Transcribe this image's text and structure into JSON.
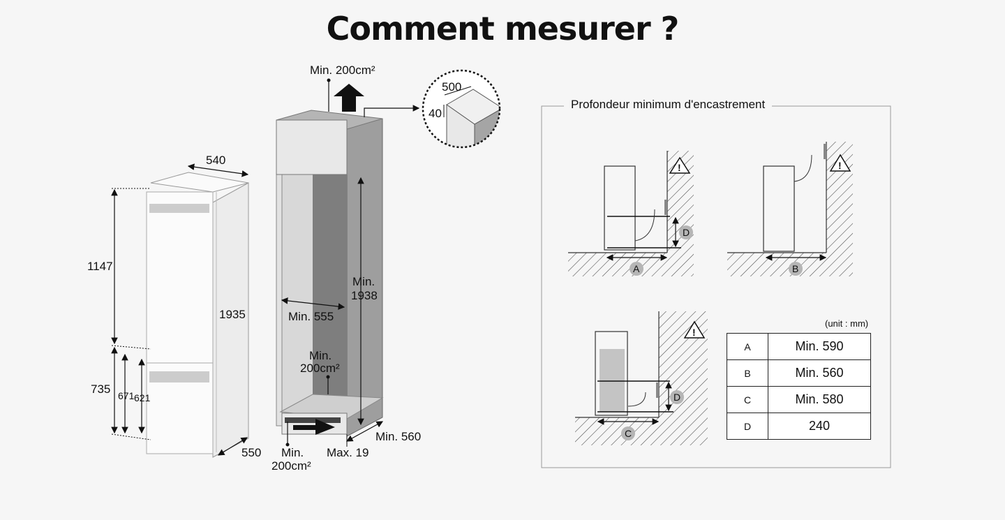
{
  "title": "Comment mesurer ?",
  "fridge": {
    "width": "540",
    "depth": "550",
    "height_total": "1935",
    "height_top": "1147",
    "height_bottom": "735",
    "height_bottom_a": "671",
    "height_bottom_b": "621"
  },
  "niche": {
    "top_vent": "Min. 200cm²",
    "inner_vent_1": "Min.",
    "inner_vent_2": "200cm²",
    "bottom_vent_1": "Min.",
    "bottom_vent_2": "200cm²",
    "width": "Min. 555",
    "height_1": "Min.",
    "height_2": "1938",
    "depth": "Min. 560",
    "plinth": "Max. 19",
    "detail_width": "500",
    "detail_height": "40"
  },
  "panel": {
    "legend": "Profondeur minimum d'encastrement",
    "unit": "(unit : mm)",
    "rows": [
      {
        "key": "A",
        "value": "Min. 590"
      },
      {
        "key": "B",
        "value": "Min. 560"
      },
      {
        "key": "C",
        "value": "Min. 580"
      },
      {
        "key": "D",
        "value": "240"
      }
    ],
    "markers": {
      "a": "A",
      "b": "B",
      "c": "C",
      "d": "D"
    }
  }
}
